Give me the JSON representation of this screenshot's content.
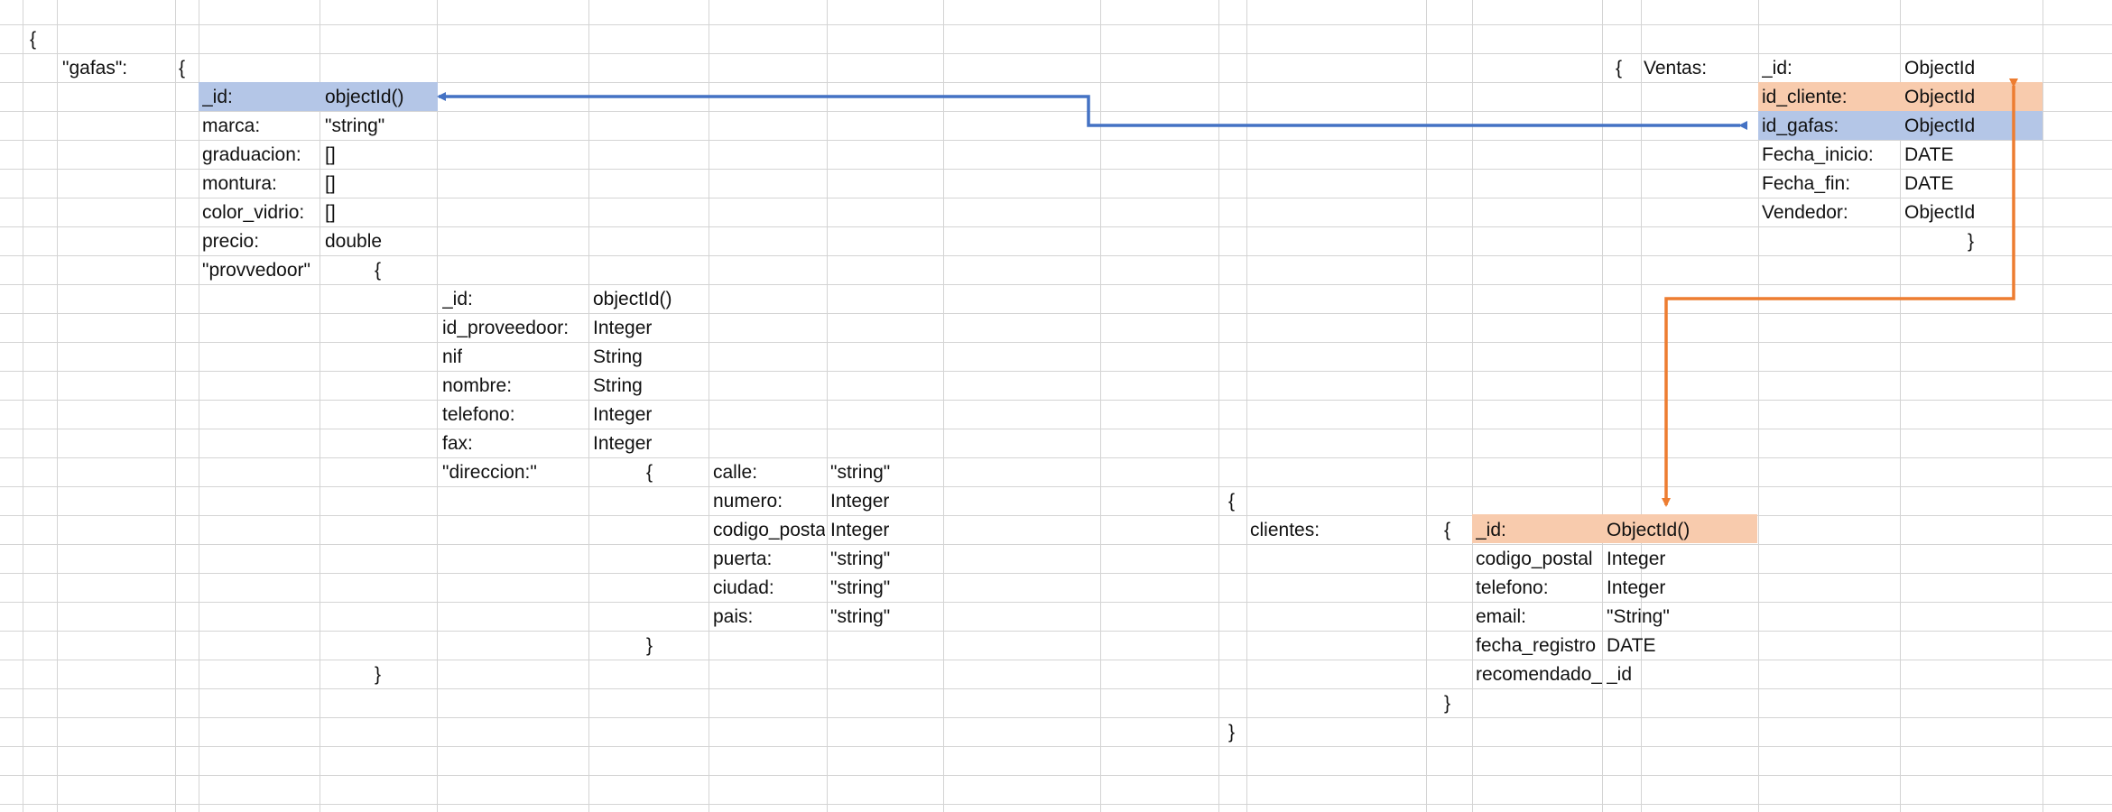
{
  "colors": {
    "blue_highlight": "#b4c6e7",
    "orange_highlight": "#f8cbad",
    "blue_arrow": "#4472c4",
    "orange_arrow": "#ed7d31",
    "gridline": "#d4d4d4"
  },
  "root": {
    "open": "{"
  },
  "gafas": {
    "key": "\"gafas\":",
    "open": "{",
    "fields": [
      {
        "name": "_id:",
        "type": "objectId()"
      },
      {
        "name": "marca:",
        "type": "\"string\""
      },
      {
        "name": "graduacion:",
        "type": "[]"
      },
      {
        "name": "montura:",
        "type": "[]"
      },
      {
        "name": "color_vidrio:",
        "type": "[]"
      },
      {
        "name": "precio:",
        "type": "double"
      }
    ],
    "proveedor": {
      "key": "\"provvedoor\"",
      "open": "{",
      "close": "}",
      "fields": [
        {
          "name": "_id:",
          "type": "objectId()"
        },
        {
          "name": "id_proveedoor:",
          "type": "Integer"
        },
        {
          "name": "nif",
          "type": "String"
        },
        {
          "name": "nombre:",
          "type": "String"
        },
        {
          "name": "telefono:",
          "type": "Integer"
        },
        {
          "name": "fax:",
          "type": "Integer"
        }
      ],
      "direccion": {
        "key": "\"direccion:\"",
        "open": "{",
        "close": "}",
        "fields": [
          {
            "name": "calle:",
            "type": "\"string\""
          },
          {
            "name": "numero:",
            "type": "Integer"
          },
          {
            "name": "codigo_postal",
            "type": "Integer"
          },
          {
            "name": "puerta:",
            "type": "\"string\""
          },
          {
            "name": "ciudad:",
            "type": "\"string\""
          },
          {
            "name": "pais:",
            "type": "\"string\""
          }
        ]
      }
    }
  },
  "ventas": {
    "open": "{",
    "key": "Ventas:",
    "close": "}",
    "fields": [
      {
        "name": "_id:",
        "type": "ObjectId"
      },
      {
        "name": "id_cliente:",
        "type": "ObjectId"
      },
      {
        "name": "id_gafas:",
        "type": "ObjectId"
      },
      {
        "name": "Fecha_inicio:",
        "type": "DATE"
      },
      {
        "name": "Fecha_fin:",
        "type": "DATE"
      },
      {
        "name": "Vendedor:",
        "type": "ObjectId"
      }
    ]
  },
  "clientes": {
    "outer_open": "{",
    "outer_close": "}",
    "key": "clientes:",
    "open": "{",
    "close": "}",
    "fields": [
      {
        "name": "_id:",
        "type": "ObjectId()"
      },
      {
        "name": "codigo_postal",
        "type": "Integer"
      },
      {
        "name": "telefono:",
        "type": "Integer"
      },
      {
        "name": "email:",
        "type": "\"String\""
      },
      {
        "name": "fecha_registro",
        "type": "DATE"
      },
      {
        "name": "recomendado_",
        "type": "_id"
      }
    ]
  }
}
